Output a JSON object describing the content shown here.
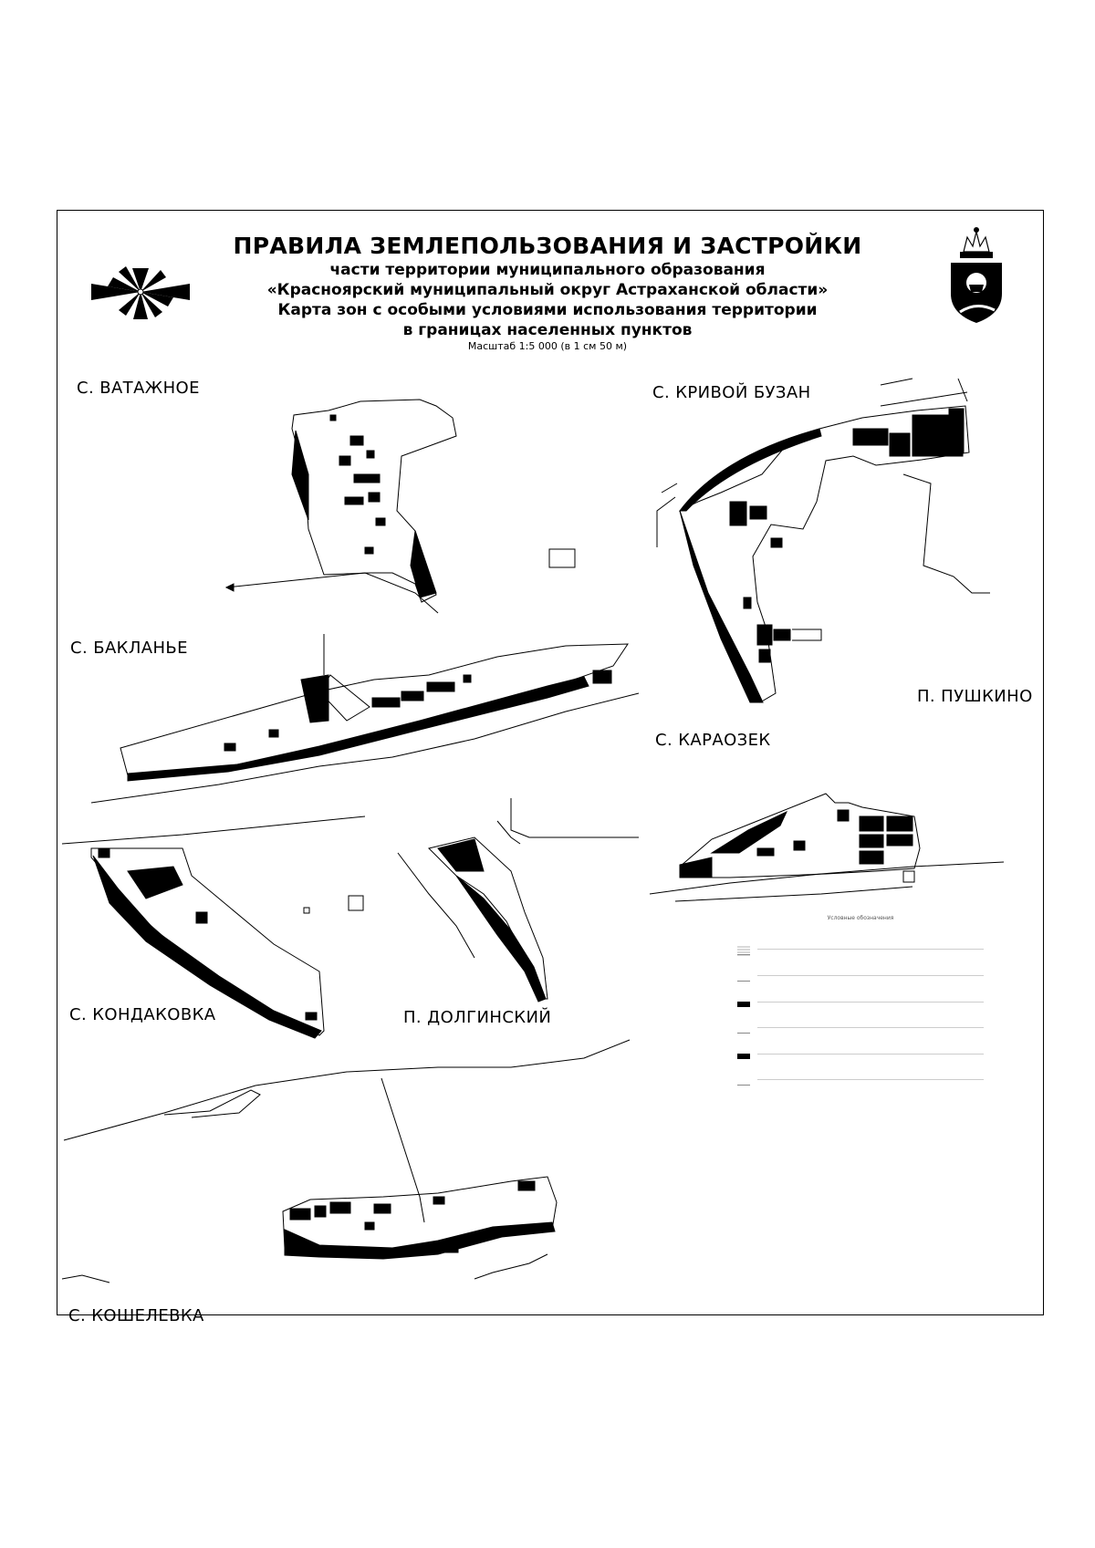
{
  "header": {
    "title": "ПРАВИЛА ЗЕМЛЕПОЛЬЗОВАНИЯ И ЗАСТРОЙКИ",
    "subtitle_1": "части территории муниципального образования",
    "subtitle_2": "«Красноярский муниципальный округ Астраханской области»",
    "subtitle_3": "Карта зон с особыми условиями использования территории",
    "subtitle_4": "в границах населенных пунктов",
    "scale": "Масштаб 1:5 000 (в 1 см 50 м)"
  },
  "places": {
    "vatazhnoe": "С. ВАТАЖНОЕ",
    "krivoy_buzan": "С. КРИВОЙ БУЗАН",
    "baklanye": "С. БАКЛАНЬЕ",
    "pushkino": "П. ПУШКИНО",
    "karaozek": "С. КАРАОЗЕК",
    "kondakovka": "С. КОНДАКОВКА",
    "dolginsky": "П. ДОЛГИНСКИЙ",
    "koshelevka": "С. КОШЕЛЕВКА"
  },
  "legend": {
    "title": "Условные обозначения",
    "rows_filled": [
      false,
      false,
      true,
      false,
      true,
      false
    ]
  },
  "icons": {
    "wind_rose": "wind-rose-icon",
    "coat_of_arms": "coat-of-arms-icon"
  },
  "colors": {
    "ink": "#000000",
    "paper": "#ffffff"
  }
}
